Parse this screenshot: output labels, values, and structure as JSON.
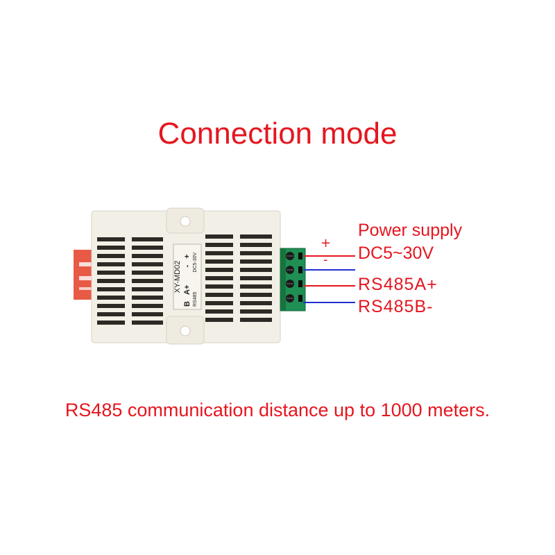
{
  "title": "Connection mode",
  "footer": "RS485 communication distance up to 1000 meters.",
  "device": {
    "model": "XY-MD02",
    "label_b": "B",
    "label_a": "A+",
    "label_minus": "-",
    "label_plus": "+",
    "label_rs485": "RS485",
    "label_dc": "DC5-30V"
  },
  "wiring": {
    "power_header": "Power supply",
    "plus_sign": "+",
    "minus_sign": "-",
    "labels": [
      "DC5~30V",
      "RS485A+",
      "RS485B-"
    ]
  },
  "colors": {
    "text_red": "#e5161f",
    "wire_red": "#e5161f",
    "wire_blue": "#1f2fd0",
    "terminal_green": "#1f8f54",
    "housing": "#f2efe6",
    "side_tab": "#e85a45"
  }
}
